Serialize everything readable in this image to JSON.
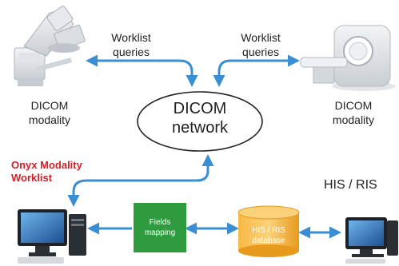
{
  "labels": {
    "worklist_queries_left": [
      "Worklist",
      "queries"
    ],
    "worklist_queries_right": [
      "Worklist",
      "queries"
    ],
    "dicom_modality_left": [
      "DICOM",
      "modality"
    ],
    "dicom_modality_right": [
      "DICOM",
      "modality"
    ],
    "dicom_network": [
      "DICOM",
      "network"
    ],
    "onyx_worklist": [
      "Onyx Modality",
      "Worklist"
    ],
    "his_ris": "HIS / RIS",
    "fields_mapping": [
      "Fields",
      "mapping"
    ],
    "his_ris_database": [
      "HIS / RIS",
      "database"
    ]
  },
  "colors": {
    "arrow": "#3a8fd4",
    "onyx_text": "#d0202a",
    "fields_box": "#2e9b3e",
    "database": "#f3a92a",
    "network_border": "#222222"
  }
}
